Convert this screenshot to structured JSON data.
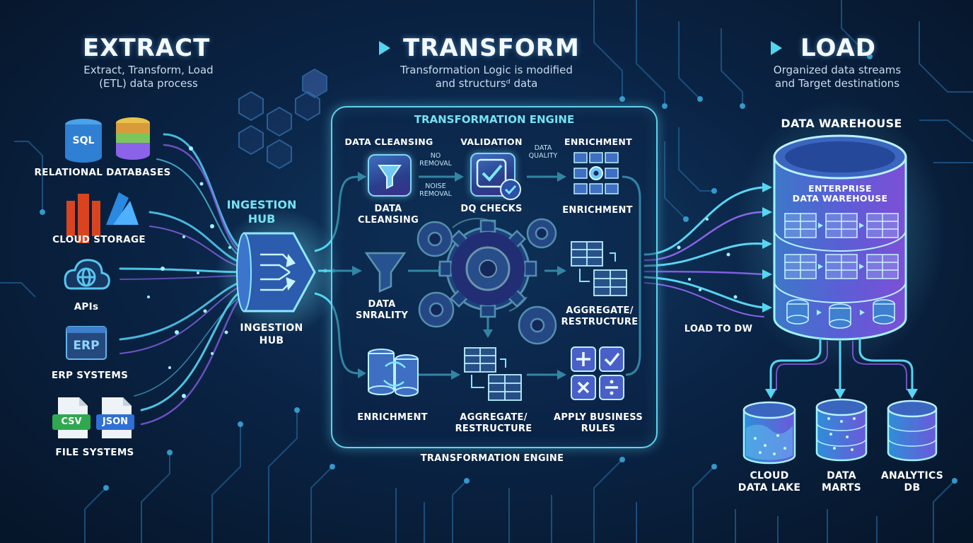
{
  "headers": {
    "extract": {
      "title": "EXTRACT",
      "line1": "Extract, Transform, Load",
      "line2": "(ETL) data process"
    },
    "transform": {
      "title": "TRANSFORM",
      "line1": "Transformation Logic is modified",
      "line2": "and structursᵈ data"
    },
    "load": {
      "title": "LOAD",
      "line1": "Organized data streams",
      "line2": "and Target destinations"
    }
  },
  "sources": [
    {
      "label": "RELATIONAL DATABASES",
      "badge": "SQL",
      "icon": "database-stack-icon"
    },
    {
      "label": "CLOUD STORAGE",
      "icon": "cloud-provider-icon"
    },
    {
      "label": "APIs",
      "icon": "api-cloud-icon"
    },
    {
      "label": "ERP SYSTEMS",
      "badge": "ERP",
      "icon": "erp-window-icon"
    },
    {
      "label": "FILE SYSTEMS",
      "badge_csv": "CSV",
      "badge_json": "JSON",
      "icon": "file-icon"
    }
  ],
  "ingestion": {
    "label_top_1": "INGESTION",
    "label_top_2": "HUB",
    "label_bottom_1": "INGESTION",
    "label_bottom_2": "HUB"
  },
  "engine": {
    "title": "TRANSFORMATION ENGINE",
    "footer": "TRANSFORMATION ENGINE",
    "top_labels": {
      "cleansing": "DATA CLEANSING",
      "validation": "VALIDATION",
      "enrichment": "ENRICHMENT"
    },
    "small_notes": {
      "no_removal_1": "NO",
      "no_removal_2": "REMOVAL",
      "noise_removal_1": "NOISE",
      "noise_removal_2": "REMOVAL",
      "data_quality_1": "DATA",
      "data_quality_2": "QUALITY"
    },
    "row1": {
      "cleansing_1": "DATA",
      "cleansing_2": "CLEANSING",
      "dq": "DQ CHECKS",
      "enrichment": "ENRICHMENT"
    },
    "row2": {
      "snrality_1": "DATA",
      "snrality_2": "SNRALITY",
      "aggregate_1": "AGGREGATE/",
      "aggregate_2": "RESTRUCTURE"
    },
    "row3": {
      "enrichment": "ENRICHMENT",
      "aggregate_1": "AGGREGATE/",
      "aggregate_2": "RESTRUCTURE",
      "rules_1": "APPLY BUSINESS",
      "rules_2": "RULES"
    }
  },
  "load_to_dw": "LOAD TO DW",
  "warehouse": {
    "title": "DATA WAREHOUSE",
    "inner_1": "ENTERPRISE",
    "inner_2": "DATA WAREHOUSE"
  },
  "targets": [
    {
      "line1": "CLOUD",
      "line2": "DATA LAKE"
    },
    {
      "line1": "DATA",
      "line2": "MARTS"
    },
    {
      "line1": "ANALYTICS",
      "line2": "DB"
    }
  ],
  "colors": {
    "cyan": "#5fd3ee",
    "violet": "#8a63e8",
    "background": "#0a2446",
    "green_csv": "#2fa84f",
    "blue_json": "#2f6fd6",
    "aws_orange": "#d9441f",
    "azure_blue": "#2a8ae0"
  }
}
